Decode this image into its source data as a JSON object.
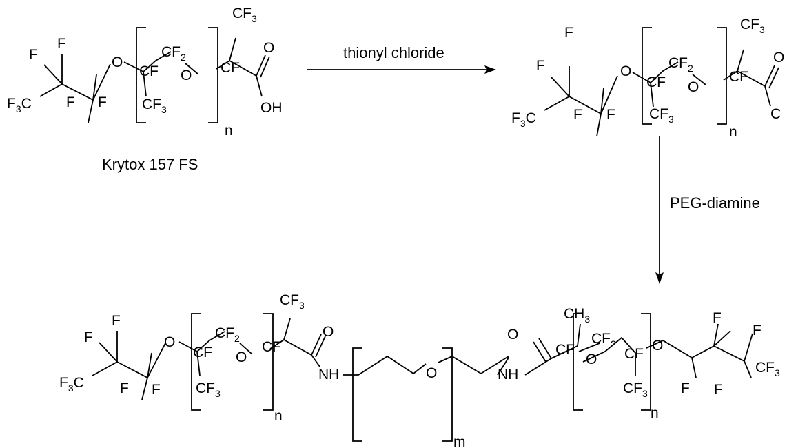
{
  "reagents": {
    "step1": "thionyl chloride",
    "step2": "PEG-diamine"
  },
  "captions": {
    "starting_material": "Krytox 157 FS"
  },
  "atoms": {
    "F": "F",
    "O": "O",
    "C": "C",
    "CF": "CF",
    "CF2": "CF",
    "CF3": "CF",
    "CH3": "CH",
    "F3C": "F",
    "OH": "OH",
    "NH": "NH",
    "sub2": "2",
    "sub3": "3"
  },
  "repeat_indices": {
    "n": "n",
    "m": "m"
  },
  "colors": {
    "ink": "#000000",
    "background": "#ffffff"
  }
}
